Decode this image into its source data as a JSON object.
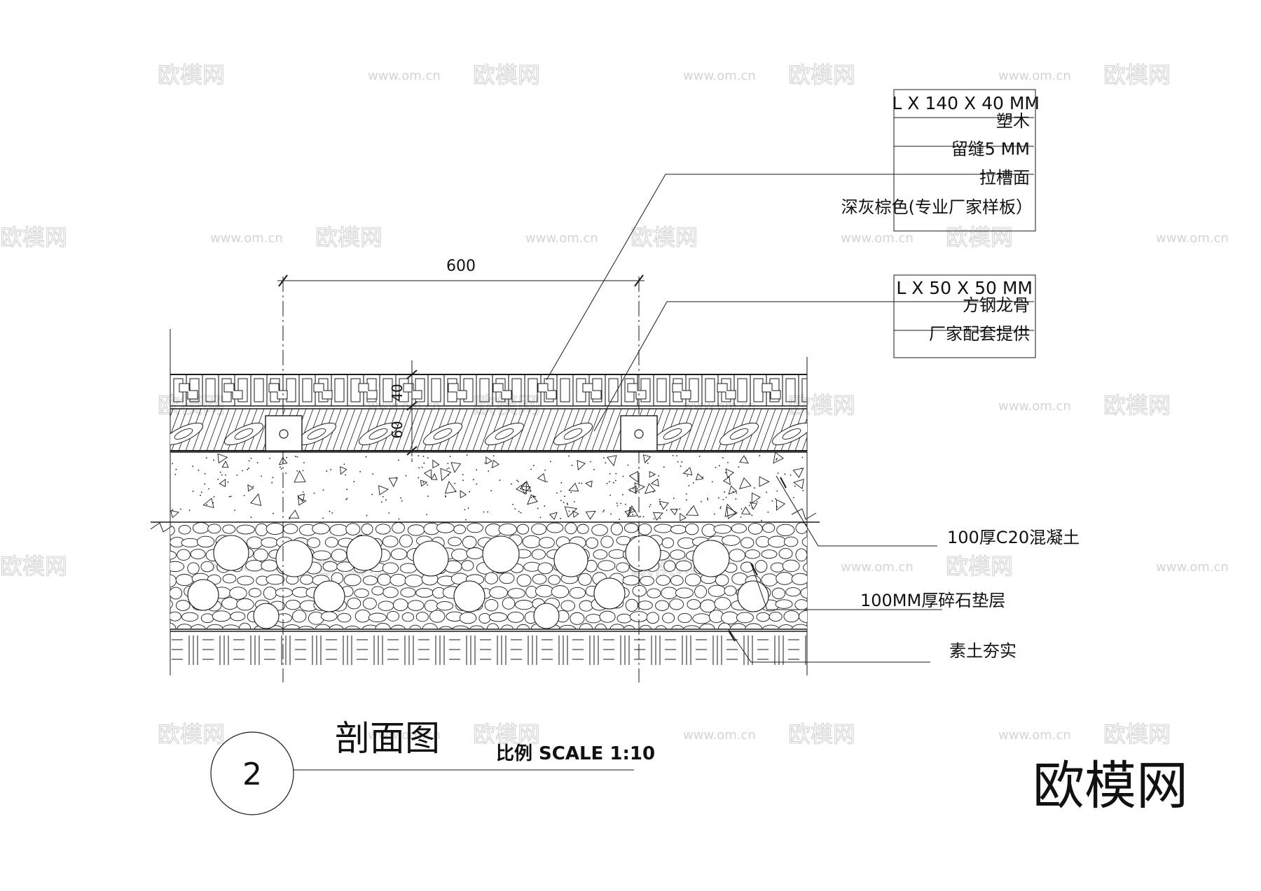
{
  "watermark": {
    "logo_text": "欧模网",
    "site_text": "www.om.cn"
  },
  "dimensions": {
    "span": "600",
    "deck_thickness": "40",
    "joist_height": "60"
  },
  "callouts": {
    "decking": [
      "L X 140 X 40 MM",
      "塑木",
      "留缝5 MM",
      "拉槽面",
      "深灰棕色(专业厂家样板）"
    ],
    "joist": [
      "L X 50 X 50 MM",
      "方钢龙骨",
      "厂家配套提供"
    ],
    "concrete": "100厚C20混凝土",
    "gravel": "100MM厚碎石垫层",
    "soil": "素土夯实"
  },
  "title_block": {
    "number": "2",
    "title": "剖面图",
    "scale": "比例 SCALE 1:10"
  },
  "brand_logo": "欧模网"
}
